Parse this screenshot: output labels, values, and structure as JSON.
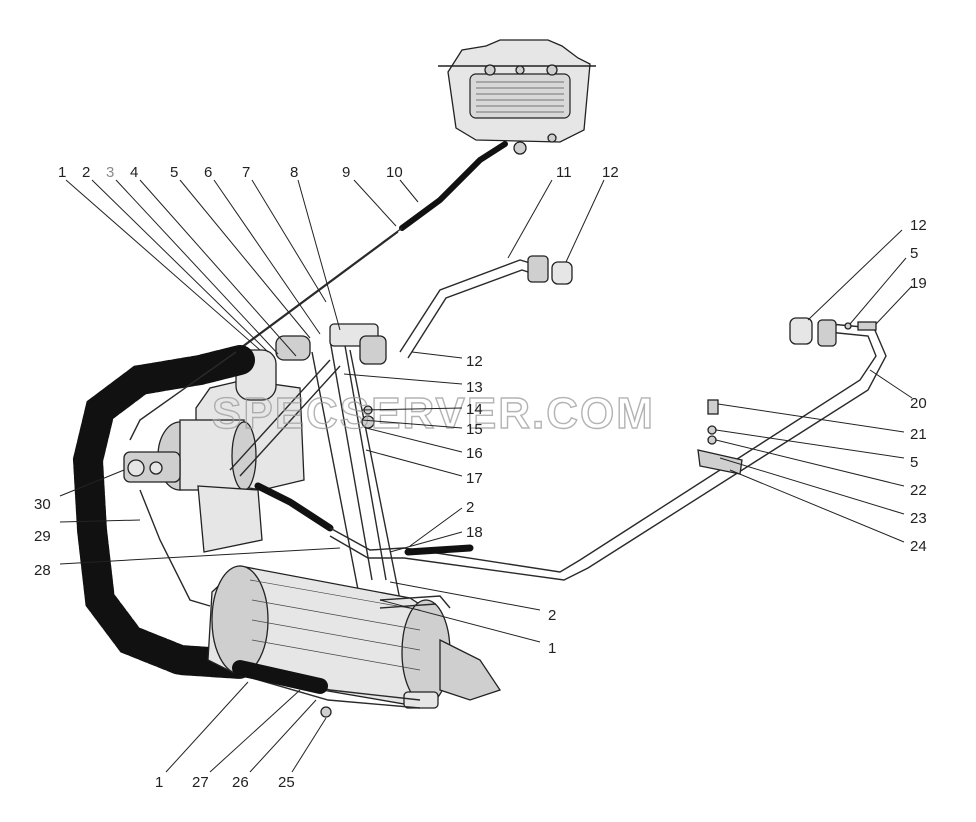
{
  "watermark": "SPECSERVER.COM",
  "callouts": [
    {
      "id": "c-1-top",
      "label": "1"
    },
    {
      "id": "c-2-top",
      "label": "2"
    },
    {
      "id": "c-3-top",
      "label": "3"
    },
    {
      "id": "c-4-top",
      "label": "4"
    },
    {
      "id": "c-5-top",
      "label": "5"
    },
    {
      "id": "c-6-top",
      "label": "6"
    },
    {
      "id": "c-7-top",
      "label": "7"
    },
    {
      "id": "c-8-top",
      "label": "8"
    },
    {
      "id": "c-9-top",
      "label": "9"
    },
    {
      "id": "c-10-top",
      "label": "10"
    },
    {
      "id": "c-11-top",
      "label": "11"
    },
    {
      "id": "c-12-top",
      "label": "12"
    },
    {
      "id": "c-12-right",
      "label": "12"
    },
    {
      "id": "c-5-right",
      "label": "5"
    },
    {
      "id": "c-19",
      "label": "19"
    },
    {
      "id": "c-20",
      "label": "20"
    },
    {
      "id": "c-21",
      "label": "21"
    },
    {
      "id": "c-5-mid",
      "label": "5"
    },
    {
      "id": "c-22",
      "label": "22"
    },
    {
      "id": "c-23",
      "label": "23"
    },
    {
      "id": "c-24",
      "label": "24"
    },
    {
      "id": "c-12-mid",
      "label": "12"
    },
    {
      "id": "c-13",
      "label": "13"
    },
    {
      "id": "c-14",
      "label": "14"
    },
    {
      "id": "c-15",
      "label": "15"
    },
    {
      "id": "c-16",
      "label": "16"
    },
    {
      "id": "c-17",
      "label": "17"
    },
    {
      "id": "c-2-mid",
      "label": "2"
    },
    {
      "id": "c-18",
      "label": "18"
    },
    {
      "id": "c-2-low",
      "label": "2"
    },
    {
      "id": "c-1-low",
      "label": "1"
    },
    {
      "id": "c-30",
      "label": "30"
    },
    {
      "id": "c-29",
      "label": "29"
    },
    {
      "id": "c-28",
      "label": "28"
    },
    {
      "id": "c-1-bottom",
      "label": "1"
    },
    {
      "id": "c-27",
      "label": "27"
    },
    {
      "id": "c-26",
      "label": "26"
    },
    {
      "id": "c-25",
      "label": "25"
    }
  ]
}
